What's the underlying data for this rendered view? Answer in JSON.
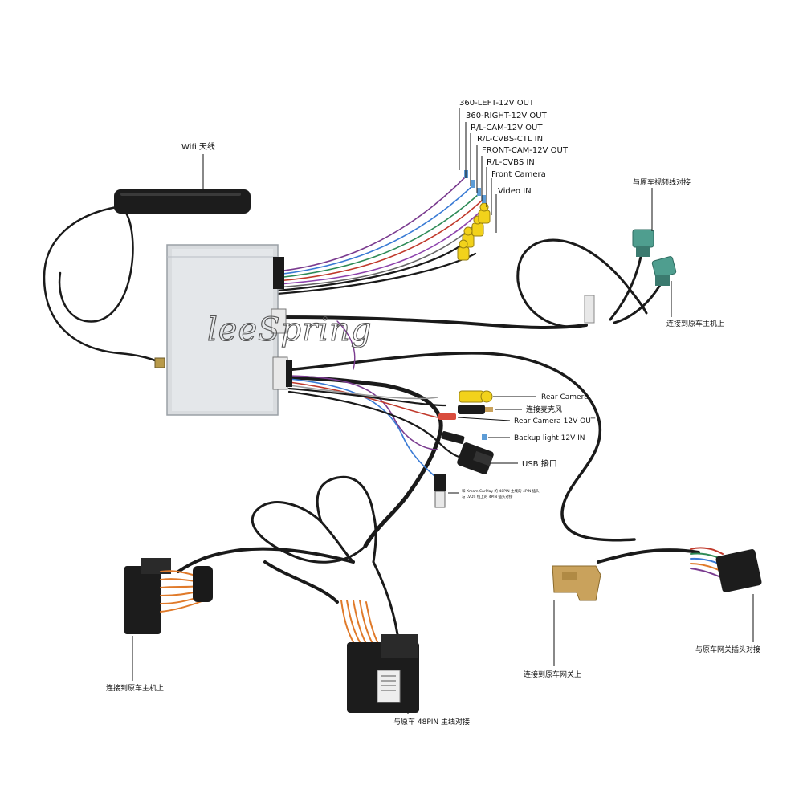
{
  "brand": "leeSpring",
  "labels": {
    "wifi": "Wifi 天线",
    "out360_left": "360-LEFT-12V OUT",
    "out360_right": "360-RIGHT-12V OUT",
    "rl_cam": "R/L-CAM-12V OUT",
    "rl_cvbs_ctl": "R/L-CVBS-CTL IN",
    "front_cam_out": "FRONT-CAM-12V OUT",
    "rl_cvbs_in": "R/L-CVBS IN",
    "front_camera": "Front Camera",
    "video_in": "Video IN",
    "video_line": "与原车视频线对接",
    "host_top": "连接到原车主机上",
    "rear_camera": "Rear Camera",
    "mic": "连接麦克风",
    "rear_cam_out": "Rear Camera 12V OUT",
    "backup_light": "Backup light 12V IN",
    "usb": "USB 接口",
    "note_line1": "和 Xmam CarPlay 的 48PIN 主线的 4PIN 插头",
    "note_line2": "与 LVDS 线上的 4PIN 插头对接",
    "host_left": "连接到原车主机上",
    "pin48": "与原车 48PIN 主线对接",
    "gateway_connect": "连接到原车网关上",
    "gateway_plug": "与原车网关插头对接"
  },
  "colors": {
    "cable": "#1a1a1a",
    "rca_yellow": "#f2d21b",
    "fakra_green": "#4f9e8f",
    "orange_wire": "#e07a2a",
    "tan_plug": "#c9a25c",
    "box": "#d9dcdf"
  }
}
